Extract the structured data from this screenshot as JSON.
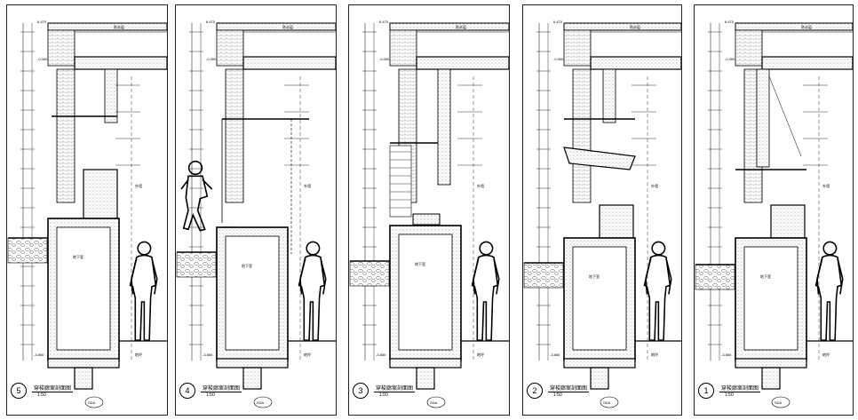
{
  "sheets": [
    {
      "number": "5",
      "title": "穿梭廊案剖面图",
      "scale": "1:50",
      "tag": "SDA",
      "variant": "a"
    },
    {
      "number": "4",
      "title": "穿梭廊案剖面图",
      "scale": "1:50",
      "tag": "SDA",
      "variant": "b"
    },
    {
      "number": "3",
      "title": "穿梭廊案剖面图",
      "scale": "1:50",
      "tag": "SDA",
      "variant": "c"
    },
    {
      "number": "2",
      "title": "穿梭廊案剖面图",
      "scale": "1:50",
      "tag": "SDA",
      "variant": "d"
    },
    {
      "number": "1",
      "title": "穿梭廊案剖面图",
      "scale": "1:50",
      "tag": "SDA",
      "variant": "e"
    }
  ],
  "labels": {
    "level_top": "6.470",
    "level_mid": "-0.300",
    "level_low": "-3.850",
    "room": "地下室",
    "wall": "外墙",
    "finish": "防水层",
    "ground": "地坪"
  }
}
